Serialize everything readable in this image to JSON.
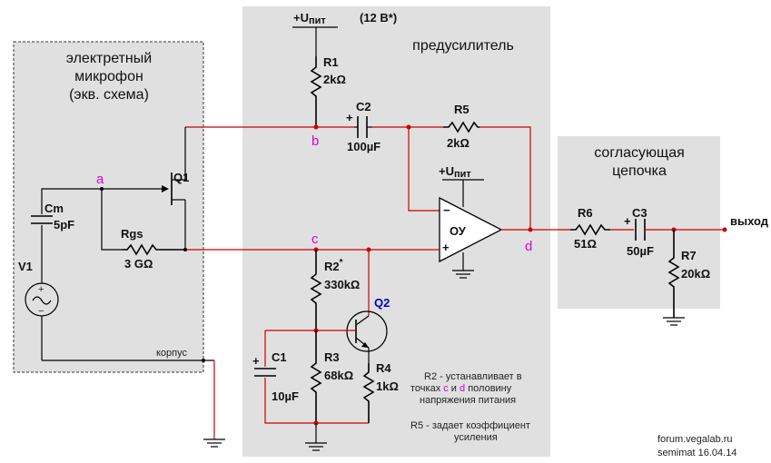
{
  "blocks": {
    "mic_title_1": "электретный",
    "mic_title_2": "микрофон",
    "mic_title_3": "(экв. схема)",
    "preamp_title": "предусилитель",
    "match_title_1": "согласующая",
    "match_title_2": "цепочка"
  },
  "supply": {
    "label_main": "+U",
    "label_sub": "пит",
    "voltage": "(12 В*)"
  },
  "nodes": {
    "a": "a",
    "b": "b",
    "c": "c",
    "d": "d"
  },
  "components": {
    "R1": {
      "name": "R1",
      "value": "2kΩ"
    },
    "R2": {
      "name": "R2",
      "mark": "*",
      "value": "330kΩ"
    },
    "R3": {
      "name": "R3",
      "value": "68kΩ"
    },
    "R4": {
      "name": "R4",
      "value": "1kΩ"
    },
    "R5": {
      "name": "R5",
      "value": "2kΩ"
    },
    "R6": {
      "name": "R6",
      "value": "51Ω"
    },
    "R7": {
      "name": "R7",
      "value": "20kΩ"
    },
    "Rgs": {
      "name": "Rgs",
      "value": "3 GΩ"
    },
    "C1": {
      "name": "C1",
      "value": "10µF"
    },
    "C2": {
      "name": "C2",
      "value": "100µF"
    },
    "C3": {
      "name": "C3",
      "value": "50µF"
    },
    "Cm": {
      "name": "Cm",
      "value": "5pF"
    },
    "V1": {
      "name": "V1"
    },
    "Q1": {
      "name": "Q1"
    },
    "Q2": {
      "name": "Q2"
    },
    "OA": {
      "name": "ОУ"
    }
  },
  "labels": {
    "case": "корпус",
    "output": "выход",
    "opamp_minus": "−",
    "opamp_plus": "+",
    "cap_plus": "+",
    "v1_plus": "+",
    "v1_minus": "−"
  },
  "notes": {
    "r2_l1": "R2 - устанавливает в",
    "r2_l2_a": "точках ",
    "r2_l2_c": "c",
    "r2_l2_b": " и ",
    "r2_l2_d": "d",
    "r2_l2_e": " половину",
    "r2_l3": "напряжения питания",
    "r5_l1": "R5 - задает коэффициент",
    "r5_l2": "усиления"
  },
  "credits": {
    "site": "forum.vegalab.ru",
    "author": "semimat 16.04.14"
  },
  "colors": {
    "wire_red": "#cc0000",
    "wire_black": "#000000",
    "node_label": "#e000e0",
    "transistor_q2": "#0000cc",
    "block_fill": "#e0e0e0"
  }
}
